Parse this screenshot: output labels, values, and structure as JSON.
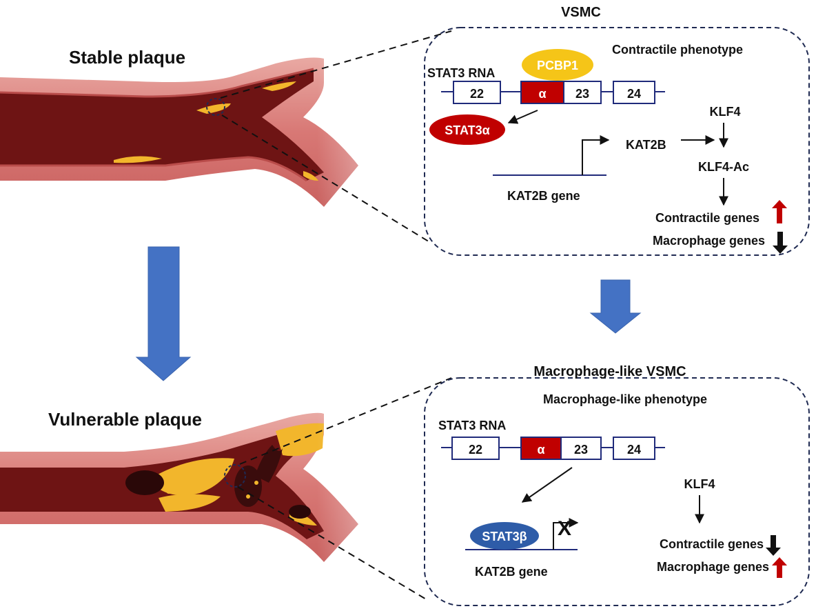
{
  "top_left": {
    "title": "Stable plaque"
  },
  "bottom_left": {
    "title": "Vulnerable plaque"
  },
  "panel_top": {
    "header": "VSMC",
    "phenotype": "Contractile phenotype",
    "rna_label": "STAT3 RNA",
    "pcbp1": "PCBP1",
    "exons": [
      "22",
      "α",
      "23",
      "24"
    ],
    "isoform": "STAT3α",
    "kat2b_protein": "KAT2B",
    "kat2b_gene": "KAT2B gene",
    "klf4": "KLF4",
    "klf4_ac": "KLF4-Ac",
    "contractile_genes": "Contractile genes",
    "macrophage_genes": "Macrophage genes"
  },
  "panel_bottom": {
    "header": "Macrophage-like VSMC",
    "phenotype": "Macrophage-like phenotype",
    "rna_label": "STAT3 RNA",
    "exons": [
      "22",
      "α",
      "23",
      "24"
    ],
    "isoform": "STAT3β",
    "blocked_mark": "X",
    "kat2b_gene": "KAT2B gene",
    "klf4": "KLF4",
    "contractile_genes": "Contractile genes",
    "macrophage_genes": "Macrophage genes"
  },
  "colors": {
    "flow_arrow": "#4472c4",
    "dashed_border": "#1f2a52",
    "exon_border": "#1f2a7a",
    "alpha_exon": "#c00000",
    "pcbp1": "#f5c518",
    "stat3a": "#c00000",
    "stat3b": "#2e5ca8",
    "up_arrow": "#c00000",
    "down_arrow": "#111111",
    "vessel_wall": "#d87875",
    "lumen": "#6e1414",
    "plaque": "#f2b62c"
  }
}
